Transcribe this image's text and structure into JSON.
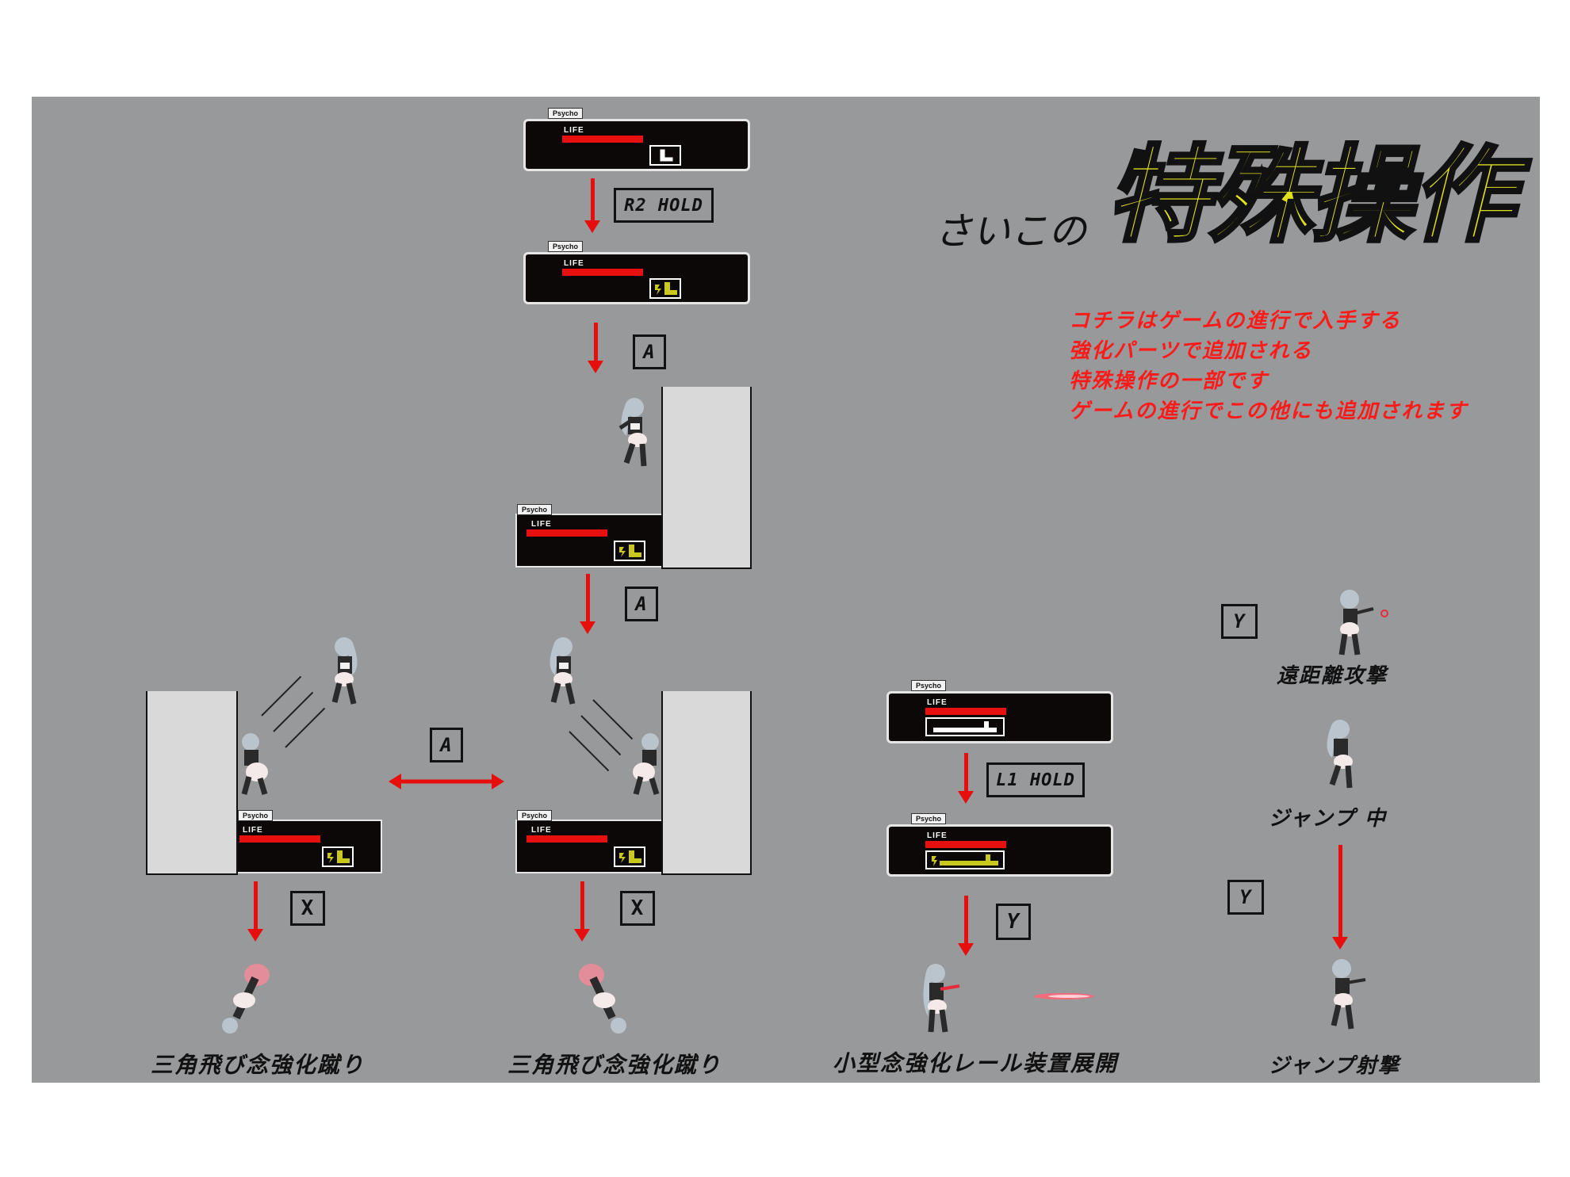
{
  "title": {
    "main": "特殊操作",
    "prefix": "さいこの"
  },
  "notes": [
    "コチラはゲームの進行で入手する",
    "強化パーツで追加される",
    "特殊操作の一部です",
    "ゲームの進行でこの他にも追加されます"
  ],
  "hud": {
    "tag": "Psycho",
    "life_label": "LIFE"
  },
  "keys": {
    "r2_hold": "R2 HOLD",
    "a": "A",
    "x": "X",
    "l1_hold": "L1 HOLD",
    "y": "Y"
  },
  "captions": {
    "triangle_kick_left": "三角飛び念強化蹴り",
    "triangle_kick_right": "三角飛び念強化蹴り",
    "rail_device": "小型念強化レール装置展開",
    "long_range": "遠距離攻撃",
    "jumping": "ジャンプ 中",
    "jump_shot": "ジャンプ射撃"
  },
  "colors": {
    "background": "#98999b",
    "accent_red": "#e60f0d",
    "title_yellow": "#dfe11c",
    "slot_yellow": "#c8c81e"
  },
  "icons": [
    "boot-icon",
    "electric-icon",
    "rail-icon",
    "down-arrow-icon",
    "double-arrow-icon"
  ]
}
